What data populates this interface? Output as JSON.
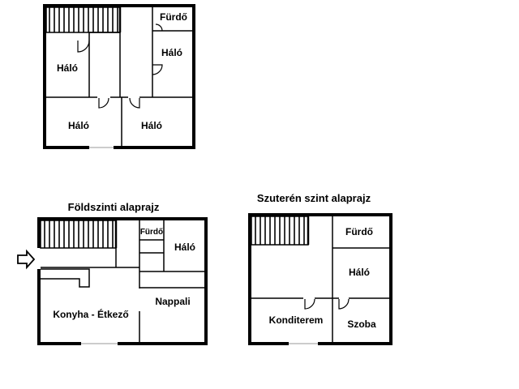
{
  "plans": {
    "upper": {
      "title": "",
      "rooms": {
        "furdo": "Fürdő",
        "halo_left": "Háló",
        "halo_right": "Háló",
        "halo_bottom_left": "Háló",
        "halo_bottom_right": "Háló"
      }
    },
    "ground": {
      "title": "Földszinti alaprajz",
      "rooms": {
        "furdo": "Fürdő",
        "halo": "Háló",
        "nappali": "Nappali",
        "konyha": "Konyha - Étkező"
      },
      "entrance_icon": "arrow-right-outline-icon"
    },
    "basement": {
      "title": "Szuterén szint alaprajz",
      "rooms": {
        "furdo": "Fürdő",
        "halo": "Háló",
        "konditerem": "Konditerem",
        "szoba": "Szoba"
      }
    }
  }
}
